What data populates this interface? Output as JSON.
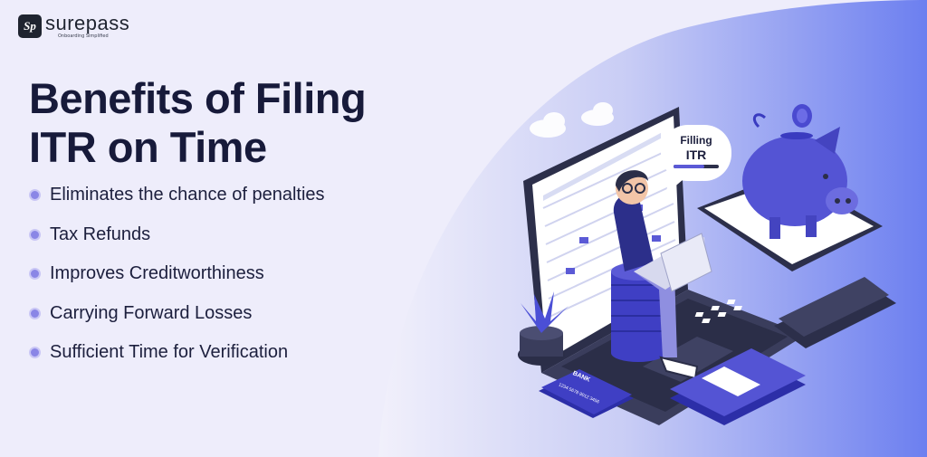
{
  "brand": {
    "logo_mark": "Sp",
    "name": "surepass",
    "tagline": "Onboarding Simplified"
  },
  "title": {
    "line1": "Benefits of Filing",
    "line2": "ITR on Time"
  },
  "benefits": [
    {
      "label": "Eliminates the chance of penalties"
    },
    {
      "label": "Tax Refunds"
    },
    {
      "label": "Improves Creditworthiness"
    },
    {
      "label": "Carrying Forward Losses"
    },
    {
      "label": "Sufficient Time for Verification"
    }
  ],
  "illustration": {
    "bubble_line1": "Filling",
    "bubble_line2": "ITR",
    "card_label": "BANK",
    "card_number": "1234 5678 9012 3456"
  },
  "colors": {
    "accent": "#5b5ad6",
    "background": "#eeedfb",
    "dark_text": "#171a3a",
    "gradient_end": "#6f7ff0"
  }
}
